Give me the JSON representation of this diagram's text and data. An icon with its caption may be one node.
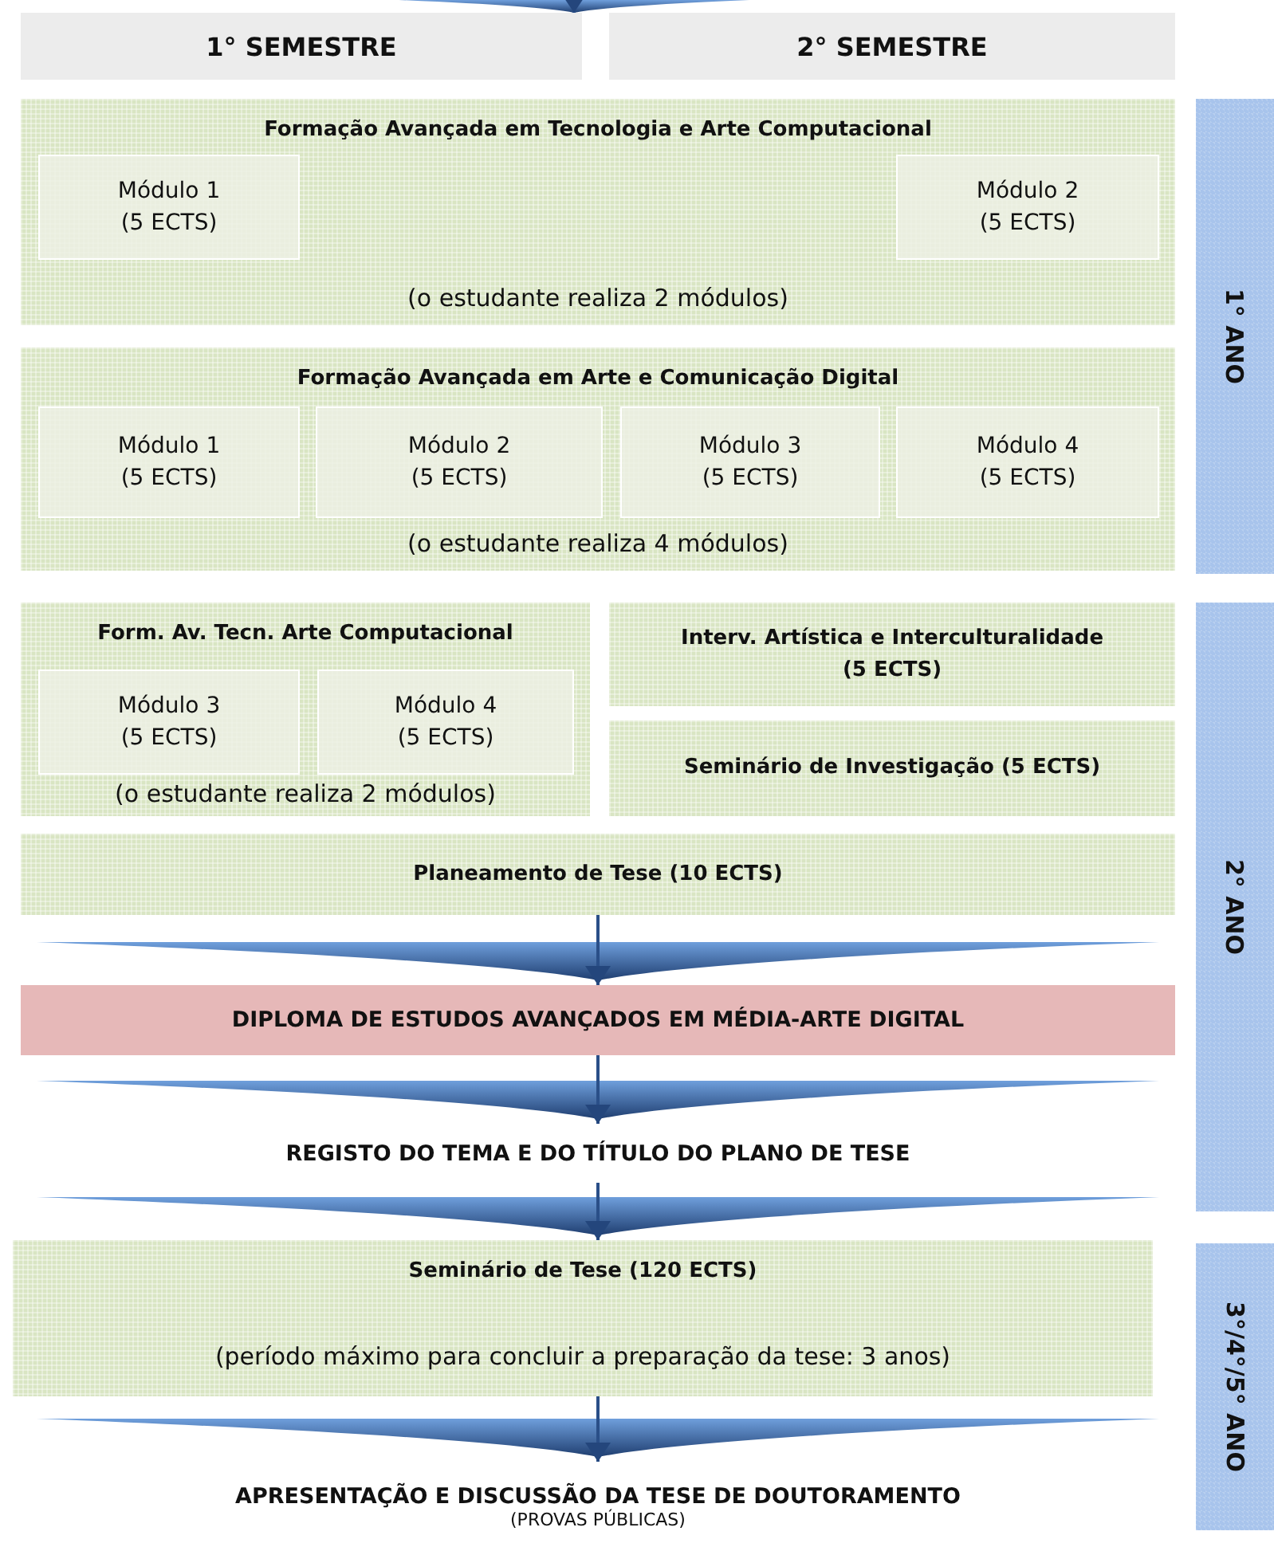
{
  "diagram": {
    "nodes": [
      {
        "text": [
          "1° SEMESTRE"
        ]
      },
      {
        "text": [
          "2° SEMESTRE"
        ]
      },
      {
        "text": [
          "Formação Avançada em Tecnologia e Arte Computacional",
          "(o estudante realiza 2 módulos)"
        ]
      },
      {
        "text": [
          "Módulo 1 (5 ECTS)"
        ],
        "in": 2
      },
      {
        "text": [
          "Módulo 2 (5 ECTS)"
        ],
        "in": 2
      },
      {
        "text": [
          "Formação Avançada em Arte e Comunicação Digital",
          "(o estudante realiza 4 módulos)"
        ]
      },
      {
        "text": [
          "Módulo 1 (5 ECTS)"
        ],
        "in": 5
      },
      {
        "text": [
          "Módulo 2 (5 ECTS)"
        ],
        "in": 5
      },
      {
        "text": [
          "Módulo 3 (5 ECTS)"
        ],
        "in": 5
      },
      {
        "text": [
          "Módulo 4 (5 ECTS)"
        ],
        "in": 5
      },
      {
        "text": [
          "Form. Av. Tecn. Arte Computacional",
          "(o estudante realiza 2 módulos)"
        ]
      },
      {
        "text": [
          "Módulo 3 (5 ECTS)"
        ],
        "in": 10
      },
      {
        "text": [
          "Módulo 4 (5 ECTS)"
        ],
        "in": 10
      },
      {
        "text": [
          "Interv. Artística e Interculturalidade (5 ECTS)"
        ]
      },
      {
        "text": [
          "Seminário de Investigação (5 ECTS)"
        ]
      },
      {
        "text": [
          "Planeamento de Tese (10 ECTS)"
        ]
      },
      {
        "text": [
          "DIPLOMA DE ESTUDOS AVANÇADOS EM MÉDIA-ARTE DIGITAL"
        ]
      },
      {
        "text": [
          "REGISTO DO TEMA E DO TÍTULO DO PLANO DE TESE"
        ]
      },
      {
        "text": [
          "Seminário de Tese (120 ECTS)",
          "(período máximo para concluir a preparação da tese: 3 anos)"
        ]
      },
      {
        "text": [
          "APRESENTAÇÃO E DISCUSSÃO DA TESE DE DOUTORAMENTO",
          "(PROVAS PÚBLICAS)"
        ]
      },
      {
        "text": [
          "1° ANO"
        ]
      },
      {
        "text": [
          "2° ANO"
        ]
      },
      {
        "text": [
          "3°/4°/5° ANO"
        ]
      }
    ],
    "edges": [
      {
        "from": null,
        "to": 0,
        "arrow": "to"
      },
      {
        "from": 15,
        "to": 16,
        "arrow": "to"
      },
      {
        "from": 16,
        "to": 17,
        "arrow": "to"
      },
      {
        "from": 17,
        "to": 18,
        "arrow": "to"
      },
      {
        "from": 18,
        "to": 19,
        "arrow": "to"
      }
    ]
  }
}
